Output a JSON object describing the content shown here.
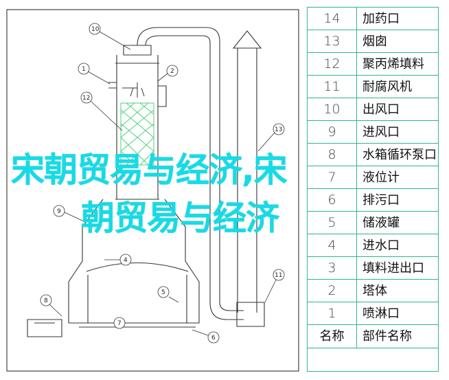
{
  "overlay": {
    "line1": "宋朝贸易与经济,宋",
    "line2": "朝贸易与经济"
  },
  "callouts": [
    "10",
    "1",
    "2",
    "12",
    "13",
    "9",
    "4",
    "5",
    "11",
    "8",
    "7",
    "6"
  ],
  "parts_table": {
    "rows": [
      {
        "num": "14",
        "name": "加药口"
      },
      {
        "num": "13",
        "name": "烟囱"
      },
      {
        "num": "12",
        "name": "聚丙烯填料"
      },
      {
        "num": "11",
        "name": "耐腐风机"
      },
      {
        "num": "10",
        "name": "出风口"
      },
      {
        "num": "9",
        "name": "进风口"
      },
      {
        "num": "8",
        "name": "水箱循环泵口"
      },
      {
        "num": "7",
        "name": "液位计"
      },
      {
        "num": "6",
        "name": "排污口"
      },
      {
        "num": "5",
        "name": "储液罐"
      },
      {
        "num": "4",
        "name": "进水口"
      },
      {
        "num": "3",
        "name": "填料进出口"
      },
      {
        "num": "2",
        "name": "塔体"
      },
      {
        "num": "1",
        "name": "喷淋口"
      }
    ],
    "header": {
      "num": "名称",
      "name": "部件名称"
    }
  },
  "colors": {
    "line": "#2fb394",
    "overlay": "#16dbe6",
    "packing": "#4fd17a"
  }
}
